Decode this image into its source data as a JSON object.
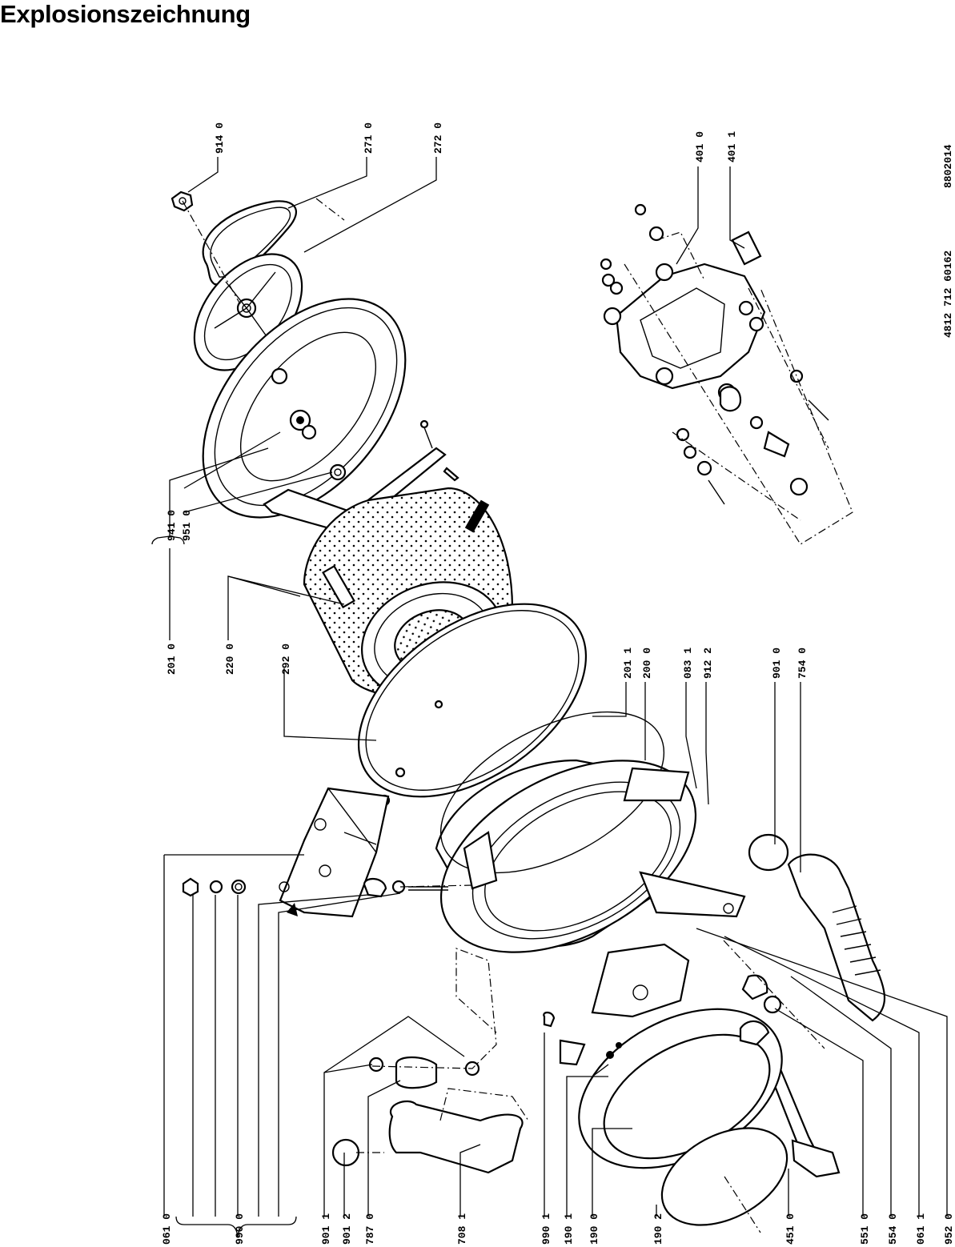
{
  "title": "Explosionszeichnung",
  "document_number": "4812 712 60162",
  "drawing_number": "8802014",
  "labels": {
    "p0610": "061 0",
    "p9900": "990 0",
    "p9011": "901 1",
    "p9012": "901 2",
    "p7870": "787 0",
    "p7081": "708  1",
    "p9901": "990 1",
    "p1901": "190 1",
    "p1900": "190 0",
    "p1902": "190 2",
    "p4510": "451 0",
    "p5510": "551 0",
    "p5540": "554 0",
    "p0611": "061 1",
    "p9520": "952 0",
    "p2010": "201 0",
    "p2200": "220 0",
    "p2920": "292 0",
    "p9410": "941 0",
    "p9510": "951 0",
    "p9140": "914 0",
    "p2710": "271 0",
    "p2720": "272 0",
    "p2011": "201 1",
    "p2000": "200 0",
    "p0831": "083 1",
    "p9122": "912 2",
    "p9010": "901 0",
    "p7540": "754 0",
    "p4010": "401 0",
    "p4011": "401 1"
  }
}
